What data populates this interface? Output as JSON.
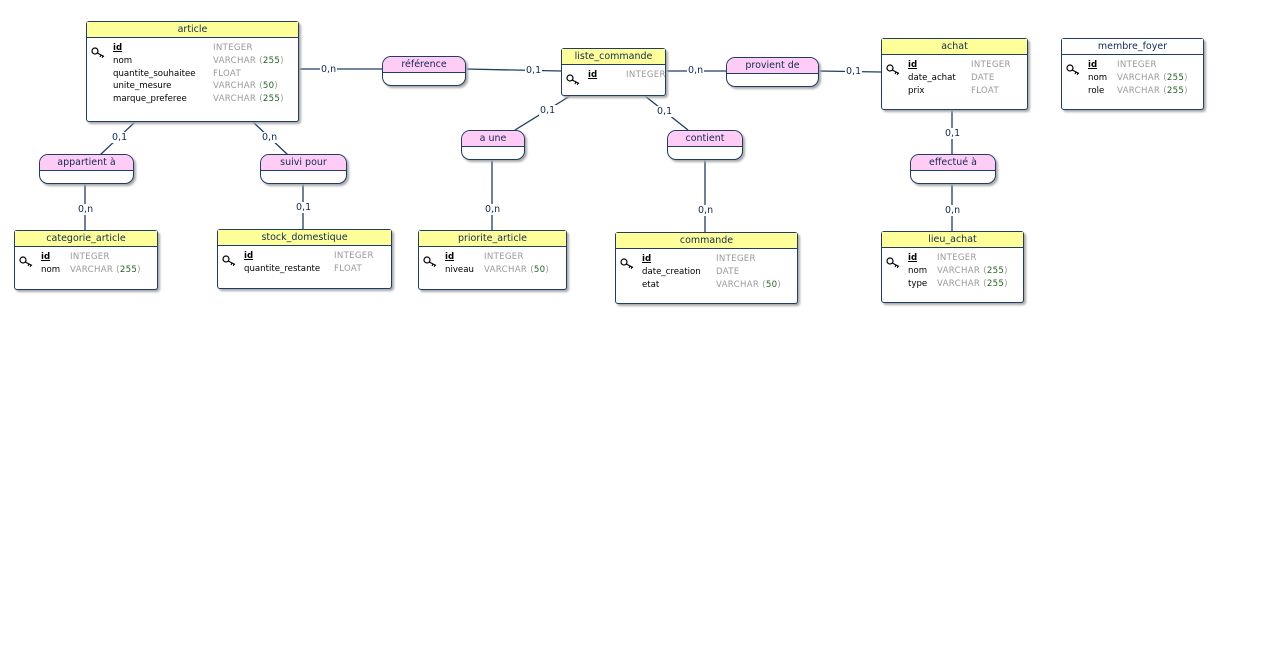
{
  "entities": {
    "article": {
      "title": "article",
      "fields": [
        {
          "name": "id",
          "type": "INTEGER",
          "pk": true
        },
        {
          "name": "nom",
          "type": "VARCHAR (255)"
        },
        {
          "name": "quantite_souhaitee",
          "type": "FLOAT"
        },
        {
          "name": "unite_mesure",
          "type": "VARCHAR (50)"
        },
        {
          "name": "marque_preferee",
          "type": "VARCHAR (255)"
        }
      ]
    },
    "liste_commande": {
      "title": "liste_commande",
      "fields": [
        {
          "name": "id",
          "type": "INTEGER",
          "pk": true
        }
      ]
    },
    "achat": {
      "title": "achat",
      "fields": [
        {
          "name": "id",
          "type": "INTEGER",
          "pk": true
        },
        {
          "name": "date_achat",
          "type": "DATE"
        },
        {
          "name": "prix",
          "type": "FLOAT"
        }
      ]
    },
    "membre_foyer": {
      "title": "membre_foyer",
      "fields": [
        {
          "name": "id",
          "type": "INTEGER",
          "pk": true
        },
        {
          "name": "nom",
          "type": "VARCHAR (255)"
        },
        {
          "name": "role",
          "type": "VARCHAR (255)"
        }
      ]
    },
    "categorie_article": {
      "title": "categorie_article",
      "fields": [
        {
          "name": "id",
          "type": "INTEGER",
          "pk": true
        },
        {
          "name": "nom",
          "type": "VARCHAR (255)"
        }
      ]
    },
    "stock_domestique": {
      "title": "stock_domestique",
      "fields": [
        {
          "name": "id",
          "type": "INTEGER",
          "pk": true
        },
        {
          "name": "quantite_restante",
          "type": "FLOAT"
        }
      ]
    },
    "priorite_article": {
      "title": "priorite_article",
      "fields": [
        {
          "name": "id",
          "type": "INTEGER",
          "pk": true
        },
        {
          "name": "niveau",
          "type": "VARCHAR (50)"
        }
      ]
    },
    "commande": {
      "title": "commande",
      "fields": [
        {
          "name": "id",
          "type": "INTEGER",
          "pk": true
        },
        {
          "name": "date_creation",
          "type": "DATE"
        },
        {
          "name": "etat",
          "type": "VARCHAR (50)"
        }
      ]
    },
    "lieu_achat": {
      "title": "lieu_achat",
      "fields": [
        {
          "name": "id",
          "type": "INTEGER",
          "pk": true
        },
        {
          "name": "nom",
          "type": "VARCHAR (255)"
        },
        {
          "name": "type",
          "type": "VARCHAR (255)"
        }
      ]
    }
  },
  "associations": {
    "reference": "référence",
    "provient_de": "provient de",
    "appartient_a": "appartient à",
    "suivi_pour": "suivi pour",
    "a_une": "a une",
    "contient": "contient",
    "effectue_a": "effectué à"
  },
  "cardinalities": {
    "article_reference": "0,n",
    "liste_reference": "0,1",
    "liste_provient": "0,n",
    "achat_provient": "0,1",
    "article_appartient": "0,1",
    "categorie_appartient": "0,n",
    "article_suivi": "0,n",
    "stock_suivi": "0,1",
    "liste_aune": "0,1",
    "priorite_aune": "0,n",
    "liste_contient": "0,1",
    "commande_contient": "0,n",
    "achat_effectue": "0,1",
    "lieu_effectue": "0,n"
  },
  "icons": {
    "primary_key": "key-icon"
  },
  "colors": {
    "entity_header": "#ffff99",
    "association_header": "#ffccf5",
    "border": "#1f3d66",
    "type_text": "#999999",
    "number_text": "#226622"
  }
}
